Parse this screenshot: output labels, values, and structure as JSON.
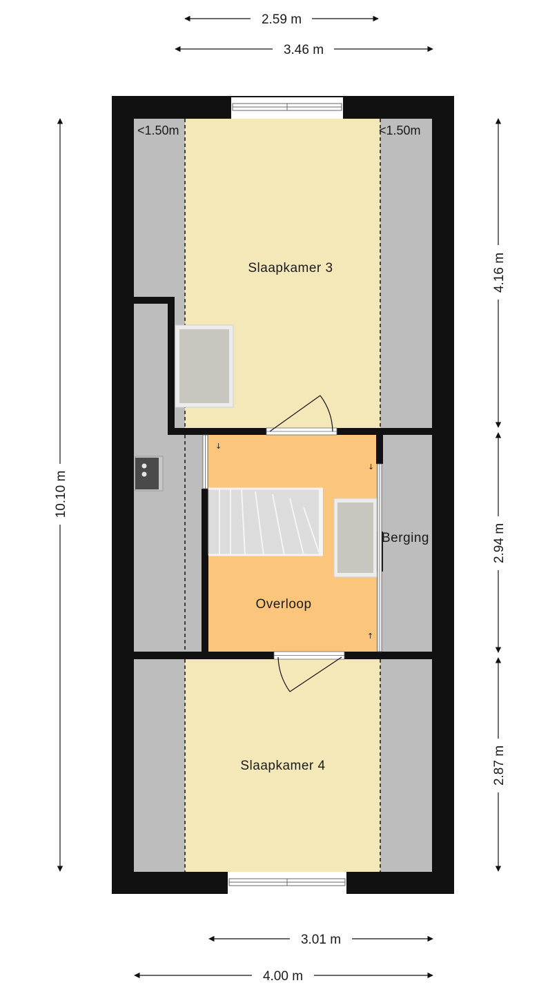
{
  "plan": {
    "rooms": {
      "slaapkamer3": "Slaapkamer 3",
      "slaapkamer4": "Slaapkamer 4",
      "overloop": "Overloop",
      "berging": "Berging"
    },
    "notes": {
      "low_ceiling_left": "<1.50m",
      "low_ceiling_right": "<1.50m"
    },
    "dimensions": {
      "top_inner": "2.59 m",
      "top_outer": "3.46 m",
      "bottom_inner": "3.01 m",
      "bottom_outer": "4.00 m",
      "left_total": "10.10 m",
      "right_slaapkamer3": "4.16 m",
      "right_overloop": "2.94 m",
      "right_slaapkamer4": "2.87 m"
    },
    "stair_arrows": {
      "arrow_down_left": "↓",
      "arrow_down_right": "↓",
      "arrow_up_right": "↑"
    },
    "colors": {
      "wall": "#111111",
      "bedroom_floor": "#f5e8b8",
      "landing_floor": "#fbc67b",
      "low_zone": "#bdbdbd",
      "window_frame": "#ffffff"
    }
  }
}
